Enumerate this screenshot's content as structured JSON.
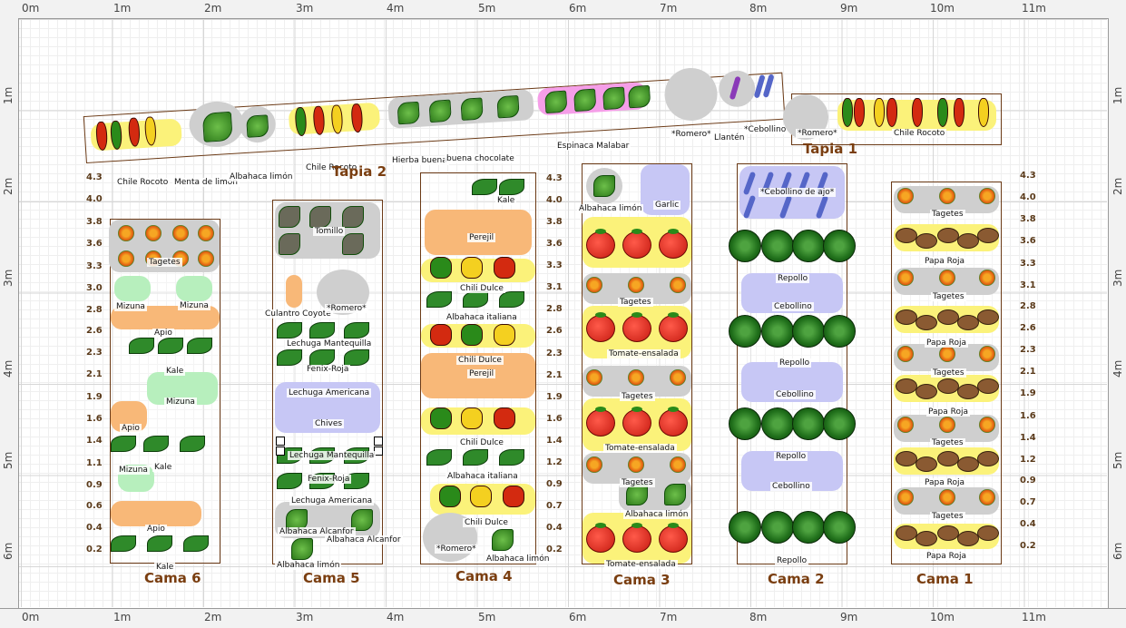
{
  "rulers": {
    "top": [
      "0m",
      "1m",
      "2m",
      "3m",
      "4m",
      "5m",
      "6m",
      "7m",
      "8m",
      "9m",
      "10m",
      "11m"
    ],
    "side": [
      "1m",
      "2m",
      "3m",
      "4m",
      "5m",
      "6m"
    ]
  },
  "beds": {
    "cama6": {
      "title": "Cama 6",
      "labels": [
        "Tagetes",
        "Mizuna",
        "Mizuna",
        "Apio",
        "Kale",
        "Mizuna",
        "Apio",
        "Kale",
        "Mizuna",
        "Apio",
        "Kale"
      ]
    },
    "cama5": {
      "title": "Cama 5",
      "labels": [
        "Tomillo",
        "Culantro Coyote",
        "*Romero*",
        "Lechuga Mantequilla",
        "Fenix-Roja",
        "Lechuga Americana",
        "Chives",
        "Lechuga Mantequilla",
        "Fenix-Roja",
        "Lechuga Americana",
        "Albahaca Alcanfor",
        "Albahaca Alcanfor",
        "Albahaca limón"
      ]
    },
    "cama4": {
      "title": "Cama 4",
      "labels": [
        "Kale",
        "Perejil",
        "Chili Dulce",
        "Albahaca italiana",
        "Chili Dulce",
        "Perejil",
        "Chili Dulce",
        "Albahaca italiana",
        "Chili Dulce",
        "*Romero*",
        "Albahaca limón"
      ]
    },
    "cama3": {
      "title": "Cama 3",
      "labels": [
        "Albahaca limón",
        "Garlic",
        "Tagetes",
        "Tomate-ensalada",
        "Tagetes",
        "Tomate-ensalada",
        "Tagetes",
        "Albahaca limón",
        "Tomate-ensalada"
      ]
    },
    "cama2": {
      "title": "Cama 2",
      "labels": [
        "*Cebollino de ajo*",
        "Repollo",
        "Cebollino",
        "Repollo",
        "Cebollino",
        "Repollo",
        "Cebollino",
        "Repollo"
      ]
    },
    "cama1": {
      "title": "Cama 1",
      "labels": [
        "Tagetes",
        "Papa Roja",
        "Tagetes",
        "Papa Roja",
        "Tagetes",
        "Papa Roja",
        "Tagetes",
        "Papa Roja",
        "Tagetes",
        "Papa Roja"
      ]
    }
  },
  "walls": {
    "tapia2": {
      "title": "Tapia 2",
      "labels": [
        "Chile Rocoto",
        "Menta de limón",
        "Albahaca limón",
        "Chile Rocoto",
        "Hierba buena",
        "buena chocolate",
        "Espinaca Malabar",
        "*Romero*",
        "Llantén",
        "*Cebollino de"
      ]
    },
    "tapia1": {
      "title": "Tapia 1",
      "labels": [
        "*Romero*",
        "Chile Rocoto"
      ]
    }
  },
  "yscale_right": [
    "4.3",
    "4.0",
    "3.8",
    "3.6",
    "3.3",
    "3.1",
    "2.8",
    "2.6",
    "2.3",
    "2.1",
    "1.9",
    "1.6",
    "1.4",
    "1.2",
    "0.9",
    "0.7",
    "0.4",
    "0.2"
  ],
  "yscale_mid": [
    "4.3",
    "4.0",
    "3.8",
    "3.6",
    "3.3",
    "3.0",
    "2.8",
    "2.6",
    "2.3",
    "2.1",
    "1.9",
    "1.6",
    "1.4",
    "1.1",
    "0.9",
    "0.6",
    "0.4",
    "0.2"
  ],
  "colors": {
    "bed_border": "#6b3a16",
    "title": "#7a3e10"
  }
}
